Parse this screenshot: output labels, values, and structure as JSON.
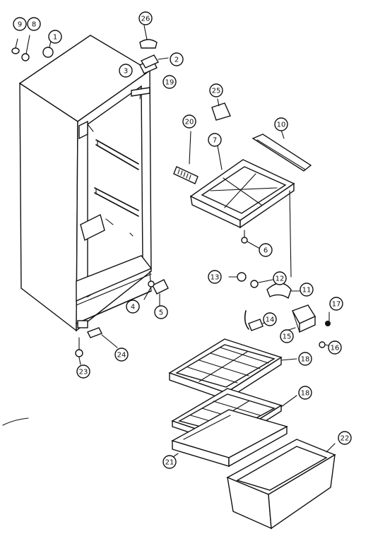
{
  "diagram": {
    "callouts": [
      "1",
      "2",
      "3",
      "4",
      "5",
      "6",
      "7",
      "8",
      "9",
      "10",
      "11",
      "12",
      "13",
      "14",
      "15",
      "16",
      "17",
      "18",
      "18",
      "19",
      "20",
      "21",
      "22",
      "23",
      "24",
      "25",
      "26"
    ]
  }
}
